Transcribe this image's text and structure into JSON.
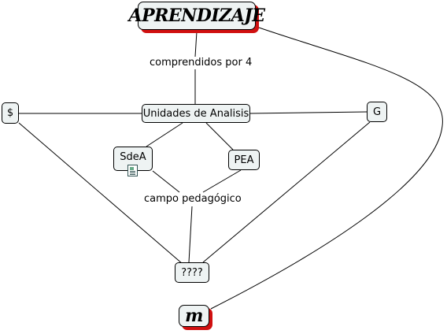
{
  "nodes": {
    "aprendizaje": "APRENDIZAJE",
    "unidades": "Unidades de Analisis",
    "dollar": "$",
    "g": "G",
    "sdea": "SdeA",
    "pea": "PEA",
    "unknown": "????",
    "m": "m"
  },
  "links": {
    "comprendidos": "comprendidos por 4",
    "campo": "campo pedagógico"
  },
  "icons": {
    "sdea_attachment": "document-icon"
  },
  "colors": {
    "node_fill": "#eef3f3",
    "shadow": "#d01010",
    "border": "#000000"
  }
}
